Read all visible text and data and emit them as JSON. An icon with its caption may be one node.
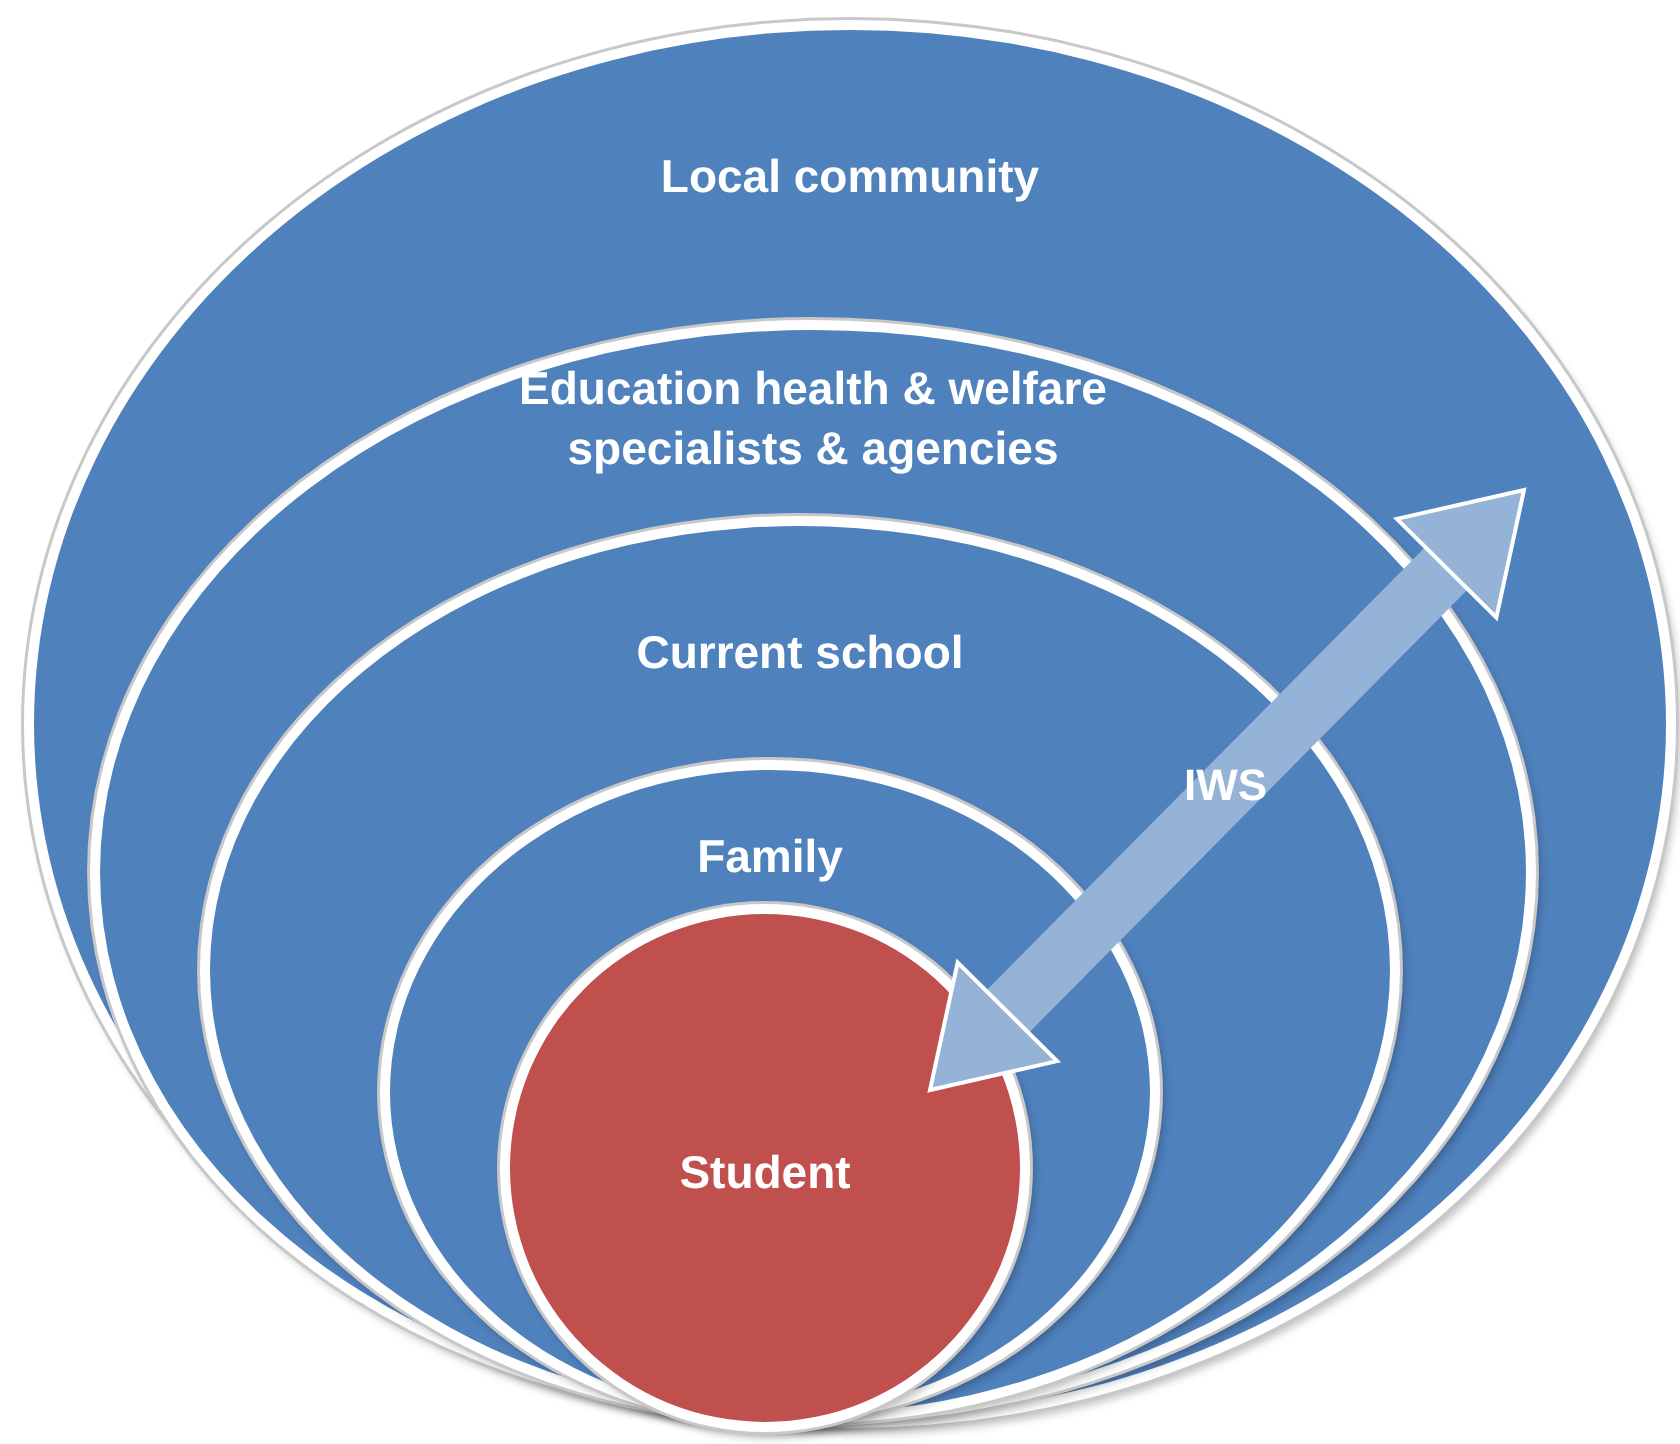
{
  "diagram": {
    "nodes": [
      {
        "text": [
          "Local community"
        ]
      },
      {
        "text": [
          "Education health & welfare specialists & agencies"
        ],
        "in": 0
      },
      {
        "text": [
          "Current school"
        ],
        "in": 1
      },
      {
        "text": [
          "Family"
        ],
        "in": 2
      },
      {
        "text": [
          "Student"
        ],
        "in": 3
      }
    ],
    "edges": [
      {
        "from": 4,
        "to": 0,
        "arrow": "both",
        "label": "IWS"
      }
    ]
  }
}
